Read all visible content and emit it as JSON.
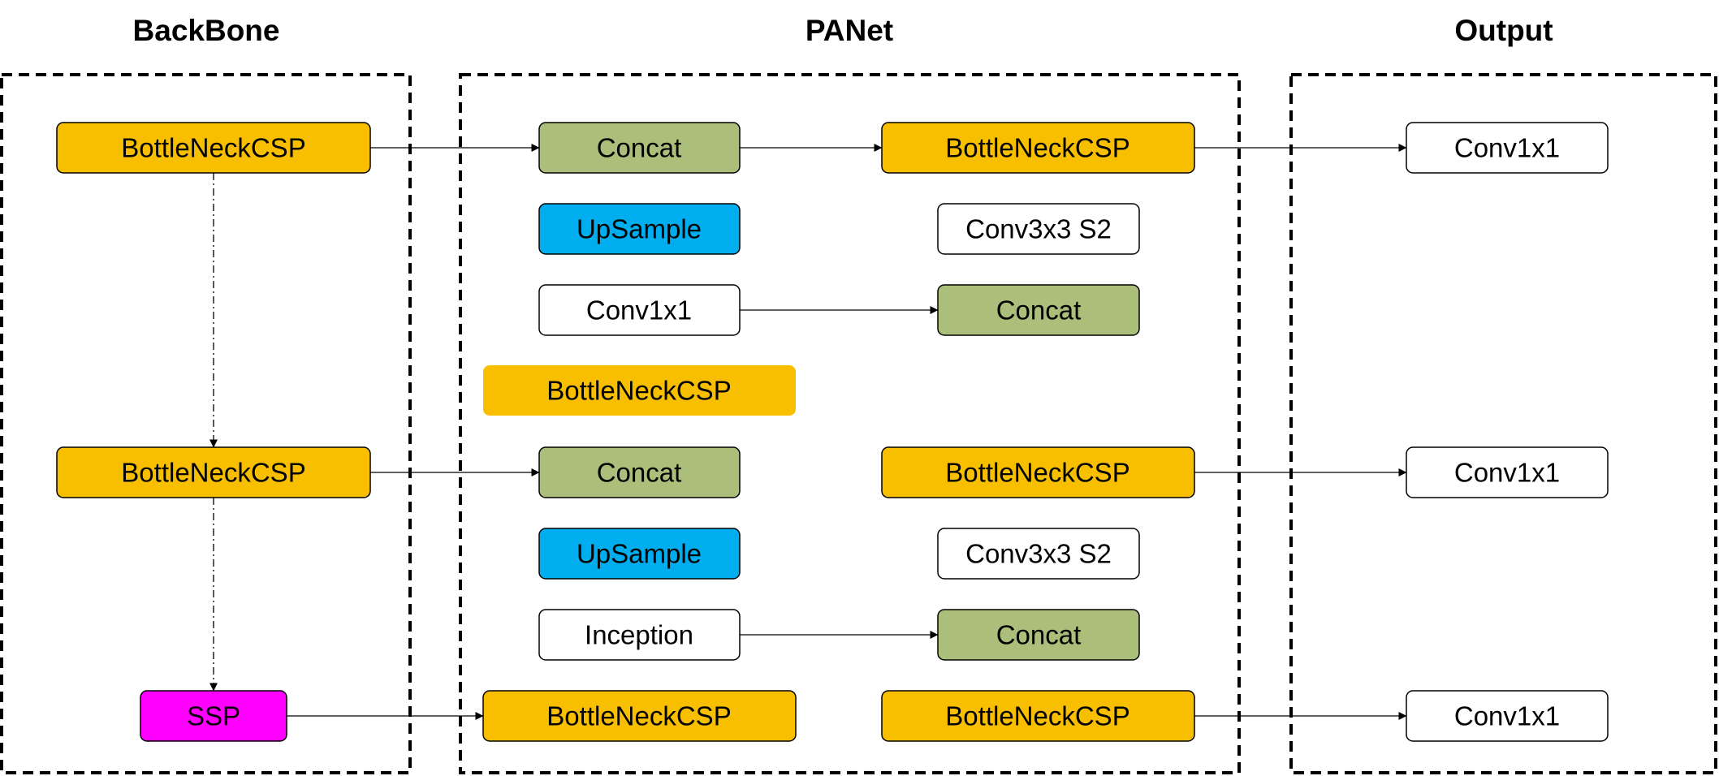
{
  "sections": {
    "backbone": {
      "title": "BackBone"
    },
    "panet": {
      "title": "PANet"
    },
    "output": {
      "title": "Output"
    }
  },
  "colors": {
    "BottleNeckCSP": "#F8BE00",
    "Concat": "#ABBE7A",
    "UpSample": "#00AEEF",
    "SSP": "#FF00FF",
    "Conv": "#FFFFFF",
    "Inception": "#FFFFFF"
  },
  "nodes": {
    "bb_csp_top": {
      "label": "BottleNeckCSP",
      "kind": "BottleNeckCSP"
    },
    "bb_csp_mid": {
      "label": "BottleNeckCSP",
      "kind": "BottleNeckCSP"
    },
    "bb_ssp": {
      "label": "SSP",
      "kind": "SSP"
    },
    "pa_concat_1": {
      "label": "Concat",
      "kind": "Concat"
    },
    "pa_upsample_1": {
      "label": "UpSample",
      "kind": "UpSample"
    },
    "pa_conv1x1": {
      "label": "Conv1x1",
      "kind": "Conv"
    },
    "pa_csp_float": {
      "label": "BottleNeckCSP",
      "kind": "BottleNeckCSP",
      "borderless": true
    },
    "pa_concat_2": {
      "label": "Concat",
      "kind": "Concat"
    },
    "pa_upsample_2": {
      "label": "UpSample",
      "kind": "UpSample"
    },
    "pa_inception": {
      "label": "Inception",
      "kind": "Inception"
    },
    "pa_csp_bottom_left": {
      "label": "BottleNeckCSP",
      "kind": "BottleNeckCSP"
    },
    "pa_csp_top_right": {
      "label": "BottleNeckCSP",
      "kind": "BottleNeckCSP"
    },
    "pa_conv3x3_1": {
      "label": "Conv3x3 S2",
      "kind": "Conv"
    },
    "pa_concat_3": {
      "label": "Concat",
      "kind": "Concat"
    },
    "pa_csp_mid_right": {
      "label": "BottleNeckCSP",
      "kind": "BottleNeckCSP"
    },
    "pa_conv3x3_2": {
      "label": "Conv3x3 S2",
      "kind": "Conv"
    },
    "pa_concat_4": {
      "label": "Concat",
      "kind": "Concat"
    },
    "pa_csp_bottom_right": {
      "label": "BottleNeckCSP",
      "kind": "BottleNeckCSP"
    },
    "out_conv_1": {
      "label": "Conv1x1",
      "kind": "Conv"
    },
    "out_conv_2": {
      "label": "Conv1x1",
      "kind": "Conv"
    },
    "out_conv_3": {
      "label": "Conv1x1",
      "kind": "Conv"
    }
  },
  "edges": [
    {
      "from": "bb_csp_top",
      "to": "pa_concat_1",
      "style": "solid"
    },
    {
      "from": "pa_concat_1",
      "to": "pa_csp_top_right",
      "style": "solid"
    },
    {
      "from": "pa_csp_top_right",
      "to": "out_conv_1",
      "style": "solid"
    },
    {
      "from": "pa_conv1x1",
      "to": "pa_concat_3",
      "style": "solid"
    },
    {
      "from": "bb_csp_mid",
      "to": "pa_concat_2",
      "style": "solid"
    },
    {
      "from": "pa_csp_mid_right",
      "to": "out_conv_2",
      "style": "solid"
    },
    {
      "from": "pa_inception",
      "to": "pa_concat_4",
      "style": "solid"
    },
    {
      "from": "bb_ssp",
      "to": "pa_csp_bottom_left",
      "style": "solid"
    },
    {
      "from": "pa_csp_bottom_right",
      "to": "out_conv_3",
      "style": "solid"
    },
    {
      "from": "bb_csp_top",
      "to": "bb_csp_mid",
      "style": "dashdot"
    },
    {
      "from": "bb_csp_mid",
      "to": "bb_ssp",
      "style": "dashdot"
    }
  ]
}
